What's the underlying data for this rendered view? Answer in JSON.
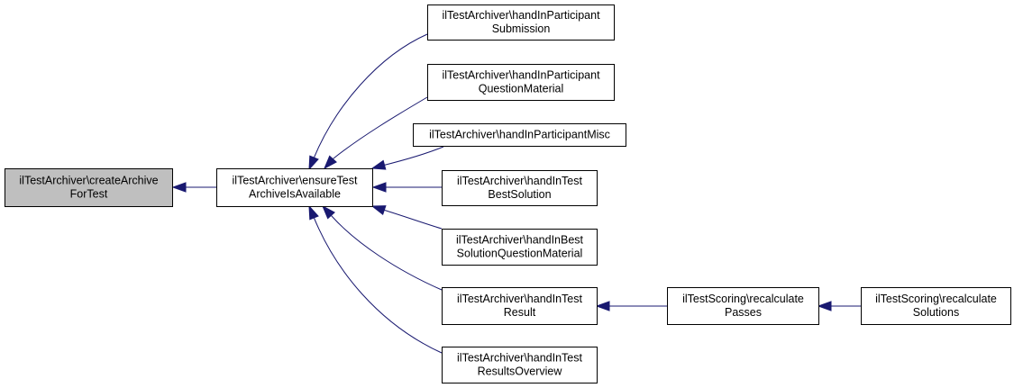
{
  "graph": {
    "colors": {
      "edge": "#191970",
      "highlight_fill": "#bfbfbf",
      "box_fill": "#ffffff",
      "box_stroke": "#000000"
    },
    "nodes": [
      {
        "id": "createArchive",
        "lines": [
          "ilTestArchiver\\createArchive",
          "ForTest"
        ],
        "highlight": true
      },
      {
        "id": "ensure",
        "lines": [
          "ilTestArchiver\\ensureTest",
          "ArchiveIsAvailable"
        ]
      },
      {
        "id": "submission",
        "lines": [
          "ilTestArchiver\\handInParticipant",
          "Submission"
        ]
      },
      {
        "id": "questionMaterial",
        "lines": [
          "ilTestArchiver\\handInParticipant",
          "QuestionMaterial"
        ]
      },
      {
        "id": "misc",
        "lines": [
          "ilTestArchiver\\handInParticipantMisc"
        ]
      },
      {
        "id": "bestSolution",
        "lines": [
          "ilTestArchiver\\handInTest",
          "BestSolution"
        ]
      },
      {
        "id": "bestSolutionQM",
        "lines": [
          "ilTestArchiver\\handInBest",
          "SolutionQuestionMaterial"
        ]
      },
      {
        "id": "testResult",
        "lines": [
          "ilTestArchiver\\handInTest",
          "Result"
        ]
      },
      {
        "id": "resultsOverview",
        "lines": [
          "ilTestArchiver\\handInTest",
          "ResultsOverview"
        ]
      },
      {
        "id": "recalcPasses",
        "lines": [
          "ilTestScoring\\recalculate",
          "Passes"
        ]
      },
      {
        "id": "recalcSolutions",
        "lines": [
          "ilTestScoring\\recalculate",
          "Solutions"
        ]
      }
    ],
    "edges": [
      {
        "from": "ensure",
        "to": "createArchive"
      },
      {
        "from": "submission",
        "to": "ensure"
      },
      {
        "from": "questionMaterial",
        "to": "ensure"
      },
      {
        "from": "misc",
        "to": "ensure"
      },
      {
        "from": "bestSolution",
        "to": "ensure"
      },
      {
        "from": "bestSolutionQM",
        "to": "ensure"
      },
      {
        "from": "testResult",
        "to": "ensure"
      },
      {
        "from": "resultsOverview",
        "to": "ensure"
      },
      {
        "from": "recalcPasses",
        "to": "testResult"
      },
      {
        "from": "recalcSolutions",
        "to": "recalcPasses"
      }
    ]
  }
}
